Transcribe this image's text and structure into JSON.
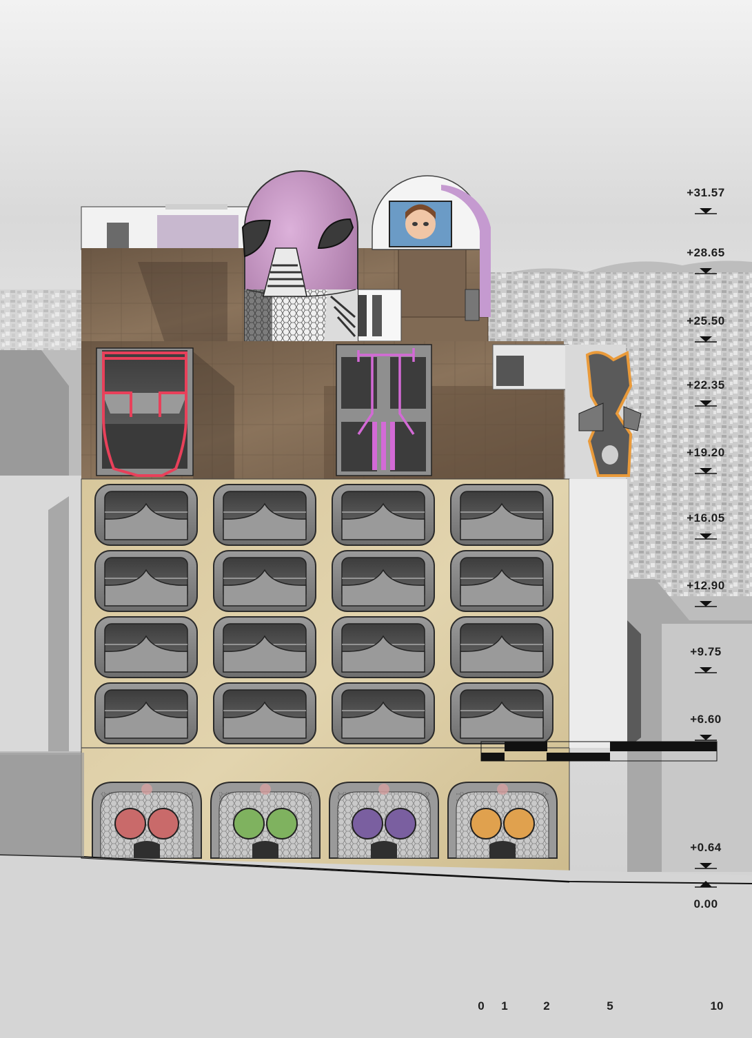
{
  "levels": [
    {
      "label": "+31.57",
      "value": 31.57
    },
    {
      "label": "+28.65",
      "value": 28.65
    },
    {
      "label": "+25.50",
      "value": 25.5
    },
    {
      "label": "+22.35",
      "value": 22.35
    },
    {
      "label": "+19.20",
      "value": 19.2
    },
    {
      "label": "+16.05",
      "value": 16.05
    },
    {
      "label": "+12.90",
      "value": 12.9
    },
    {
      "label": "+9.75",
      "value": 9.75
    },
    {
      "label": "+6.60",
      "value": 6.6
    },
    {
      "label": "+0.64",
      "value": 0.64
    },
    {
      "label": "0.00",
      "value": 0.0
    }
  ],
  "scale_bar": {
    "ticks": [
      "0",
      "1",
      "2",
      "5",
      "10"
    ]
  },
  "ground_pods": [
    {
      "tint": "#c96a6a"
    },
    {
      "tint": "#7fb25f"
    },
    {
      "tint": "#7a5fa0"
    },
    {
      "tint": "#e0a14e"
    }
  ],
  "colors": {
    "sky": "#e3e3e3",
    "brown_facade": "#7d6650",
    "cream_facade": "#d9c9a0",
    "pod_grey": "#8a8a8a",
    "dome_pink": "#c89ac6",
    "neon_red": "#e8405a",
    "neon_pink": "#d36ad6",
    "neon_orange": "#e99a3a"
  }
}
